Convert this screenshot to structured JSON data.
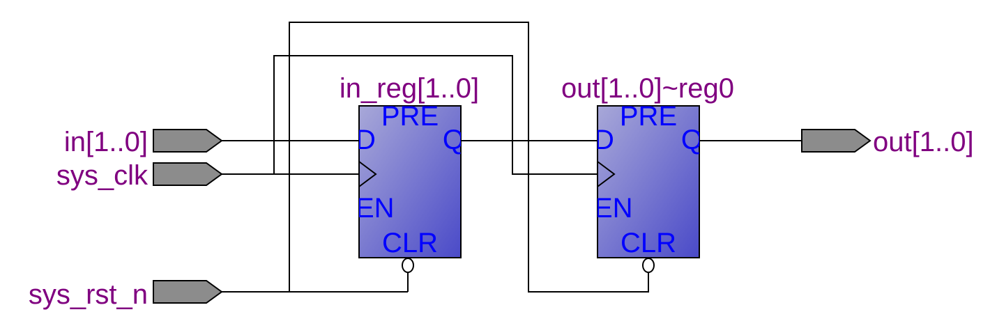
{
  "schematic": {
    "inputs": {
      "in": "in[1..0]",
      "clk": "sys_clk",
      "rst": "sys_rst_n"
    },
    "outputs": {
      "out": "out[1..0]"
    },
    "registers": [
      {
        "name": "in_reg[1..0]",
        "pin_labels": {
          "pre": "PRE",
          "d": "D",
          "q": "Q",
          "en": "EN",
          "clr": "CLR"
        }
      },
      {
        "name": "out[1..0]~reg0",
        "pin_labels": {
          "pre": "PRE",
          "d": "D",
          "q": "Q",
          "en": "EN",
          "clr": "CLR"
        }
      }
    ],
    "colors": {
      "label": "#800080",
      "register_text": "#0000ff",
      "register_fill_top": "#a8a8d8",
      "register_fill_bottom": "#4a4ac8",
      "pin_fill": "#8c8c8c",
      "wire": "#000000"
    }
  }
}
